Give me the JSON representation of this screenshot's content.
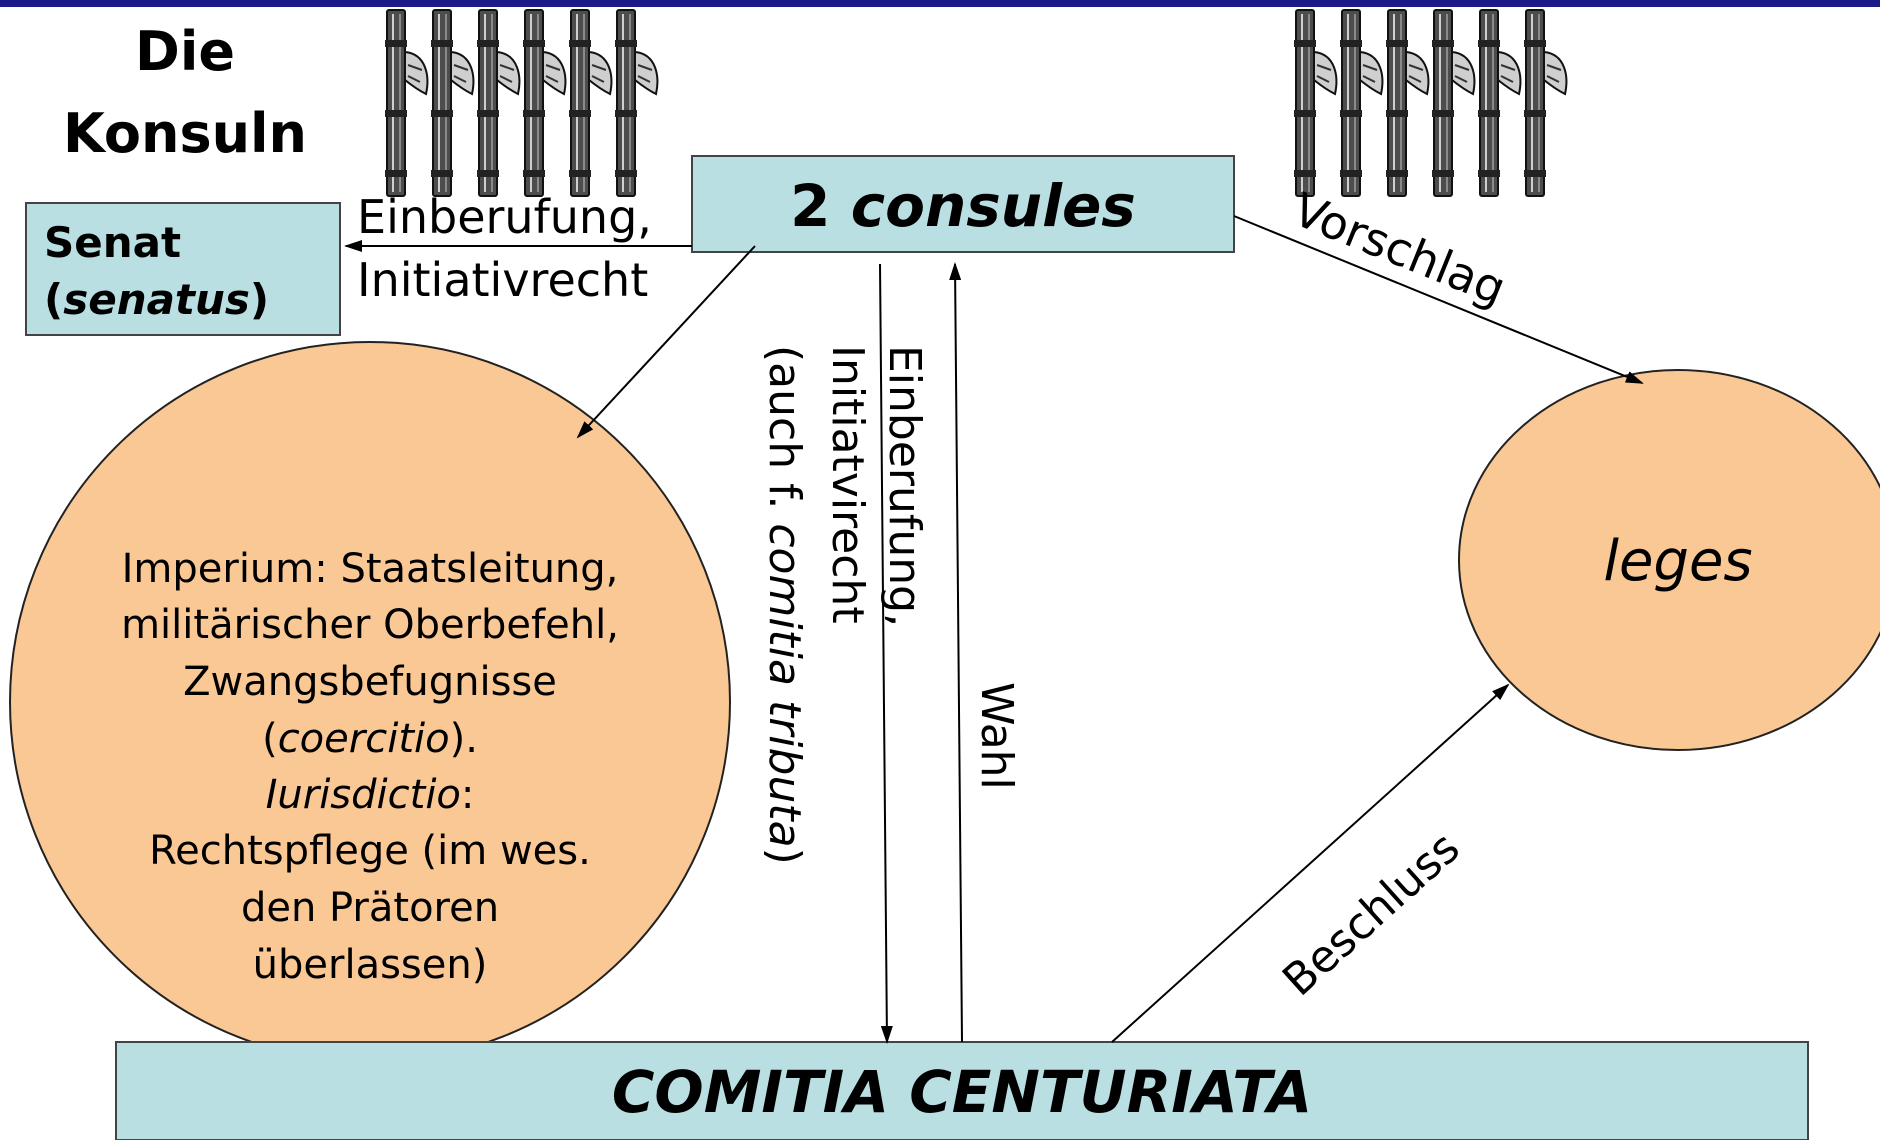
{
  "title": {
    "line1": "Die",
    "line2": "Konsuln"
  },
  "nodes": {
    "consuls": {
      "count": "2",
      "label": "consules"
    },
    "senate": {
      "line1": "Senat",
      "open": "(",
      "latin": "senatus",
      "close": ")"
    },
    "powers": {
      "lines": [
        "Imperium: Staatsleitung,",
        "militärischer Oberbefehl,",
        "Zwangsbefugnisse",
        {
          "open": "(",
          "italic": "coercitio",
          "close": ")."
        },
        {
          "italic": "Iurisdictio",
          "rest": ":"
        },
        "Rechtspflege (im wes.",
        "den Prätoren",
        "überlassen)"
      ]
    },
    "leges": {
      "label": "leges"
    },
    "comitia": {
      "label": "COMITIA CENTURIATA"
    }
  },
  "edges": {
    "to_senate": {
      "line1": "Einberufung,",
      "line2": "Initiativrecht"
    },
    "to_leges": {
      "label": "Vorschlag"
    },
    "to_comitia": {
      "line1": "Einberufung,",
      "line2": "Initiatvirecht",
      "line3_prefix": "(auch f. ",
      "line3_italic": "comitia tributa",
      "line3_suffix": ")"
    },
    "from_comitia": {
      "label": "Wahl"
    },
    "comitia_to_leges": {
      "label": "Beschluss"
    }
  },
  "colors": {
    "box_fill": "#b9dfe2",
    "circle_fill": "#fac894",
    "top_bar": "#1c1a86"
  },
  "icons": [
    "fasces-icon",
    "fasces-icon"
  ]
}
